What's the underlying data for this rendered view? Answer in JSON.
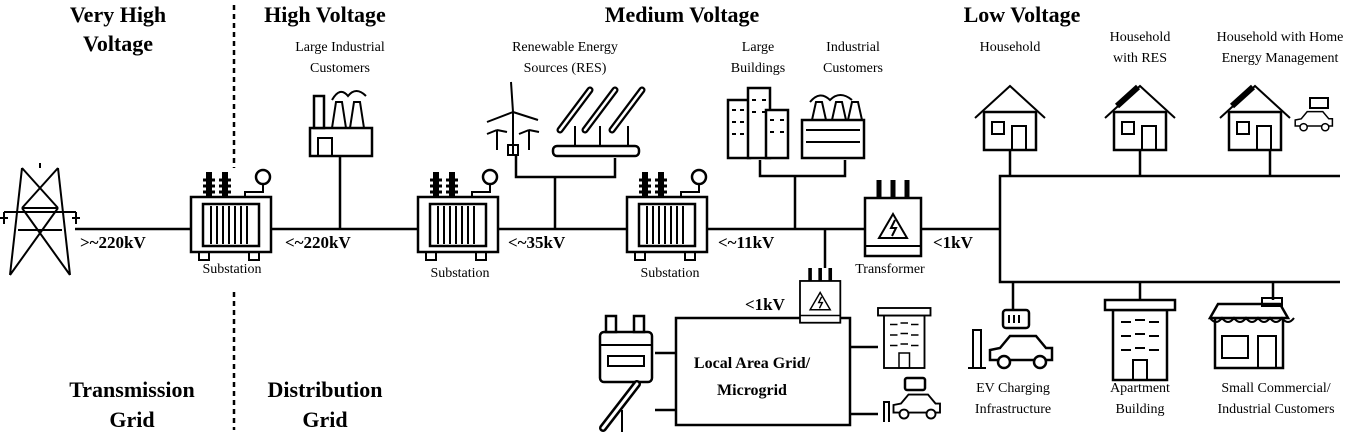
{
  "zones": {
    "very_high": [
      "Very High",
      "Voltage"
    ],
    "high": "High Voltage",
    "medium": "Medium Voltage",
    "low": "Low Voltage",
    "transmission": [
      "Transmission",
      "Grid"
    ],
    "distribution": [
      "Distribution",
      "Grid"
    ]
  },
  "voltages": {
    "v1": ">~220kV",
    "v2": "<~220kV",
    "v3": "<~35kV",
    "v4": "<~11kV",
    "v5": "<1kV",
    "v6": "<1kV"
  },
  "components": {
    "substation": "Substation",
    "transformer": "Transformer",
    "large_industrial": [
      "Large Industrial",
      "Customers"
    ],
    "res": [
      "Renewable Energy",
      "Sources (RES)"
    ],
    "large_buildings": [
      "Large",
      "Buildings"
    ],
    "industrial": [
      "Industrial",
      "Customers"
    ],
    "household": "Household",
    "household_res": [
      "Household",
      "with RES"
    ],
    "household_hem": [
      "Household with Home",
      "Energy Management"
    ],
    "ev": [
      "EV Charging",
      "Infrastructure"
    ],
    "apartment": [
      "Apartment",
      "Building"
    ],
    "small_commercial": [
      "Small Commercial/",
      "Industrial Customers"
    ],
    "microgrid": [
      "Local Area Grid/",
      "Microgrid"
    ]
  }
}
